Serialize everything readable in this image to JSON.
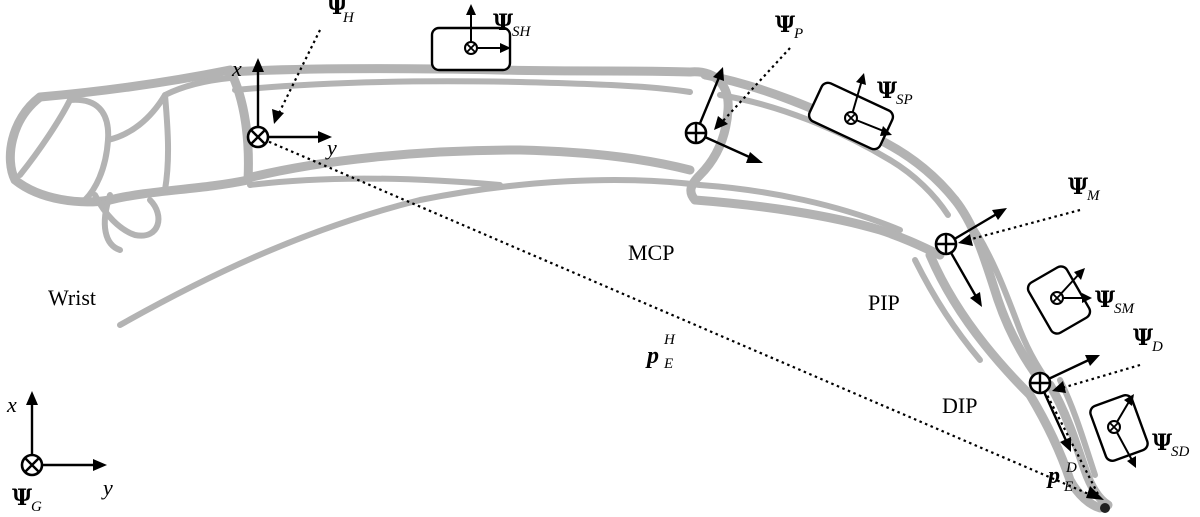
{
  "joint_labels": {
    "wrist": "Wrist",
    "mcp": "MCP",
    "pip": "PIP",
    "dip": "DIP"
  },
  "frames": {
    "hand": {
      "symbol": "Ψ",
      "subscript": "H",
      "x_axis": "x",
      "y_axis": "y"
    },
    "proximal": {
      "symbol": "Ψ",
      "subscript": "P"
    },
    "middle": {
      "symbol": "Ψ",
      "subscript": "M"
    },
    "distal": {
      "symbol": "Ψ",
      "subscript": "D"
    },
    "ground": {
      "symbol": "Ψ",
      "subscript": "G",
      "x_axis": "x",
      "y_axis": "y"
    }
  },
  "sensors": {
    "hand": {
      "symbol": "Ψ",
      "subscript": "SH"
    },
    "proximal": {
      "symbol": "Ψ",
      "subscript": "SP"
    },
    "middle": {
      "symbol": "Ψ",
      "subscript": "SM"
    },
    "distal": {
      "symbol": "Ψ",
      "subscript": "SD"
    }
  },
  "vectors": {
    "hand_to_tip": {
      "symbol": "p",
      "superscript": "H",
      "subscript": "E"
    },
    "distal_to_tip": {
      "symbol": "p",
      "superscript": "D",
      "subscript": "E"
    }
  },
  "colors": {
    "bone": "#b3b3b3",
    "ink": "#000000",
    "background": "#ffffff"
  }
}
